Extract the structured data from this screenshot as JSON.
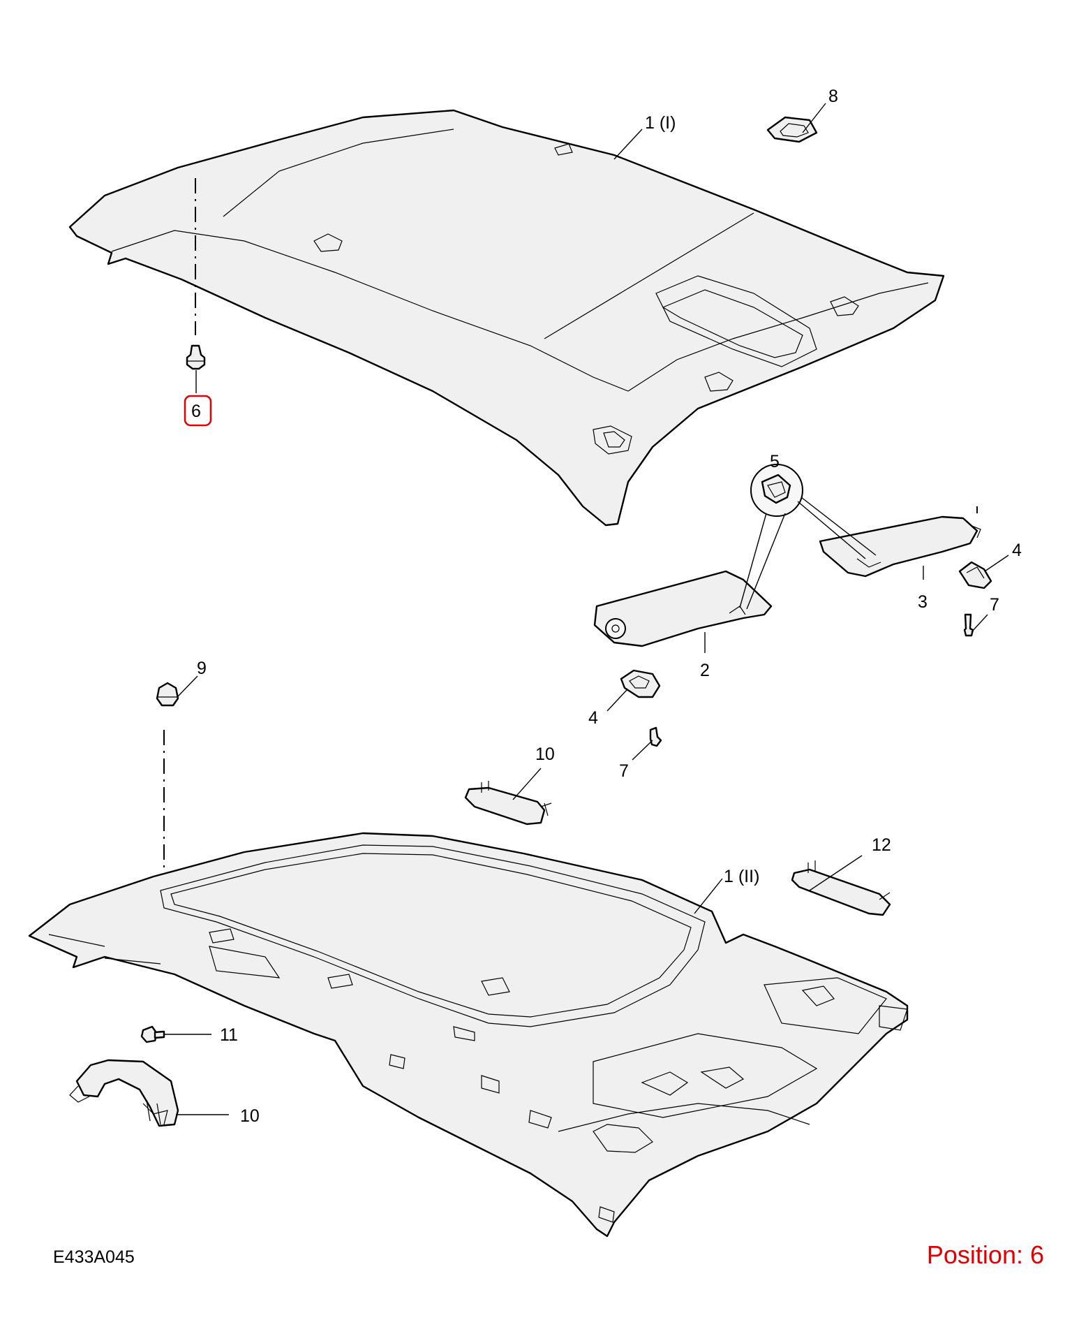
{
  "diagram": {
    "reference_code": "E433A045",
    "position_label": "Position: 6",
    "highlight_color": "#e00000",
    "callouts": {
      "c1_upper": "1 (I)",
      "c1_lower": "1 (II)",
      "c2": "2",
      "c3": "3",
      "c4_right": "4",
      "c4_left": "4",
      "c5": "5",
      "c6": "6",
      "c7_right": "7",
      "c7_left": "7",
      "c8": "8",
      "c9": "9",
      "c10_upper": "10",
      "c10_lower": "10",
      "c11": "11",
      "c12": "12"
    }
  }
}
